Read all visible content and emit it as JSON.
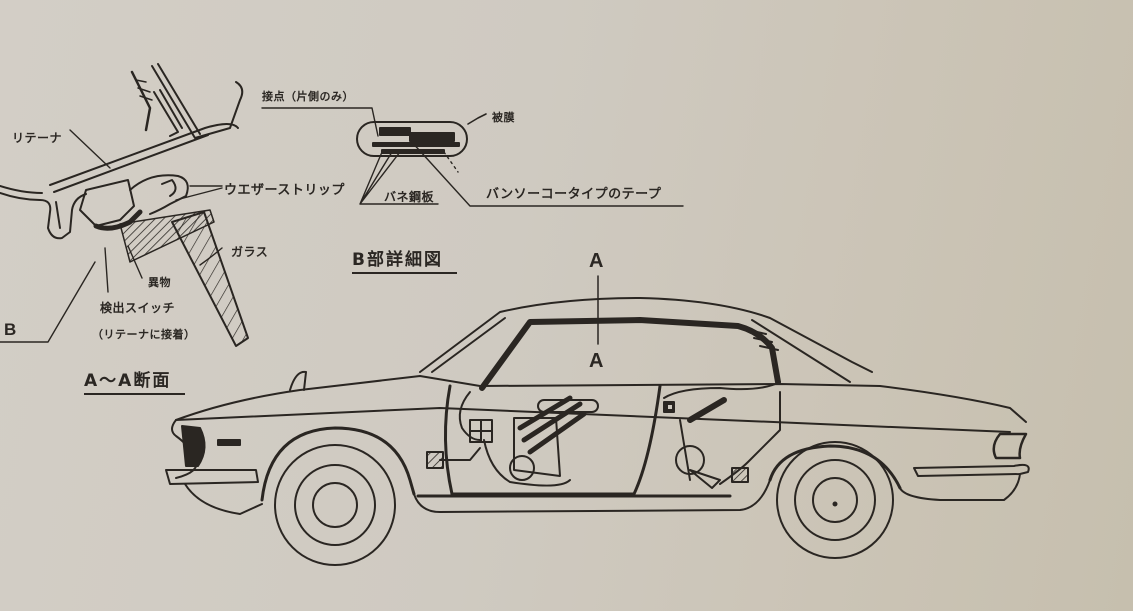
{
  "figure": {
    "type": "technical-diagram",
    "subject": "Car door weather-strip obstruction detection switch",
    "section_aa": {
      "title": "A〜A断面",
      "labels": {
        "retainer": "リテーナ",
        "weather_strip": "ウエザーストリップ",
        "glass": "ガラス",
        "foreign_object": "異物",
        "detection_switch": "検出スイッチ",
        "detection_switch_note": "（リテーナに接着）",
        "b_marker": "B"
      }
    },
    "detail_b": {
      "title": "B部詳細図",
      "labels": {
        "contact": "接点（片側のみ）",
        "coating": "被膜",
        "spring_steel": "バネ鋼板",
        "tape": "バンソーコータイプのテープ"
      }
    },
    "car_side_view": {
      "section_marker_top": "A",
      "section_marker_bottom": "A"
    }
  },
  "colors": {
    "paper": "#cfcac1",
    "ink": "#2a2622"
  }
}
